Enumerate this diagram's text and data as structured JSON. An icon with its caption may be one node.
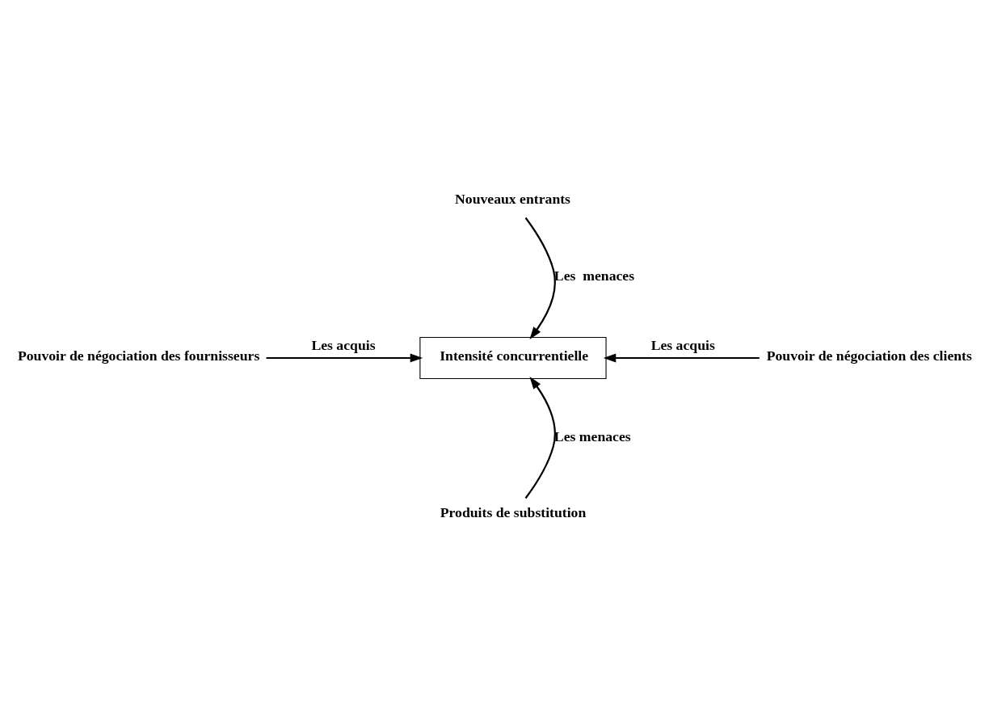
{
  "diagram": {
    "nodes": [
      {
        "text": [
          "Nouveaux entrants"
        ]
      },
      {
        "text": [
          "Pouvoir de négociation des fournisseurs"
        ]
      },
      {
        "text": [
          "Intensité concurrentielle"
        ]
      },
      {
        "text": [
          "Pouvoir de négociation des clients"
        ]
      },
      {
        "text": [
          "Produits de substitution"
        ]
      }
    ],
    "edges": [
      {
        "from": 0,
        "to": 2,
        "arrow": "to",
        "label": "Les  menaces"
      },
      {
        "from": 1,
        "to": 2,
        "arrow": "to",
        "label": "Les acquis"
      },
      {
        "from": 3,
        "to": 2,
        "arrow": "to",
        "label": "Les acquis"
      },
      {
        "from": 4,
        "to": 2,
        "arrow": "to",
        "label": "Les menaces"
      }
    ]
  }
}
